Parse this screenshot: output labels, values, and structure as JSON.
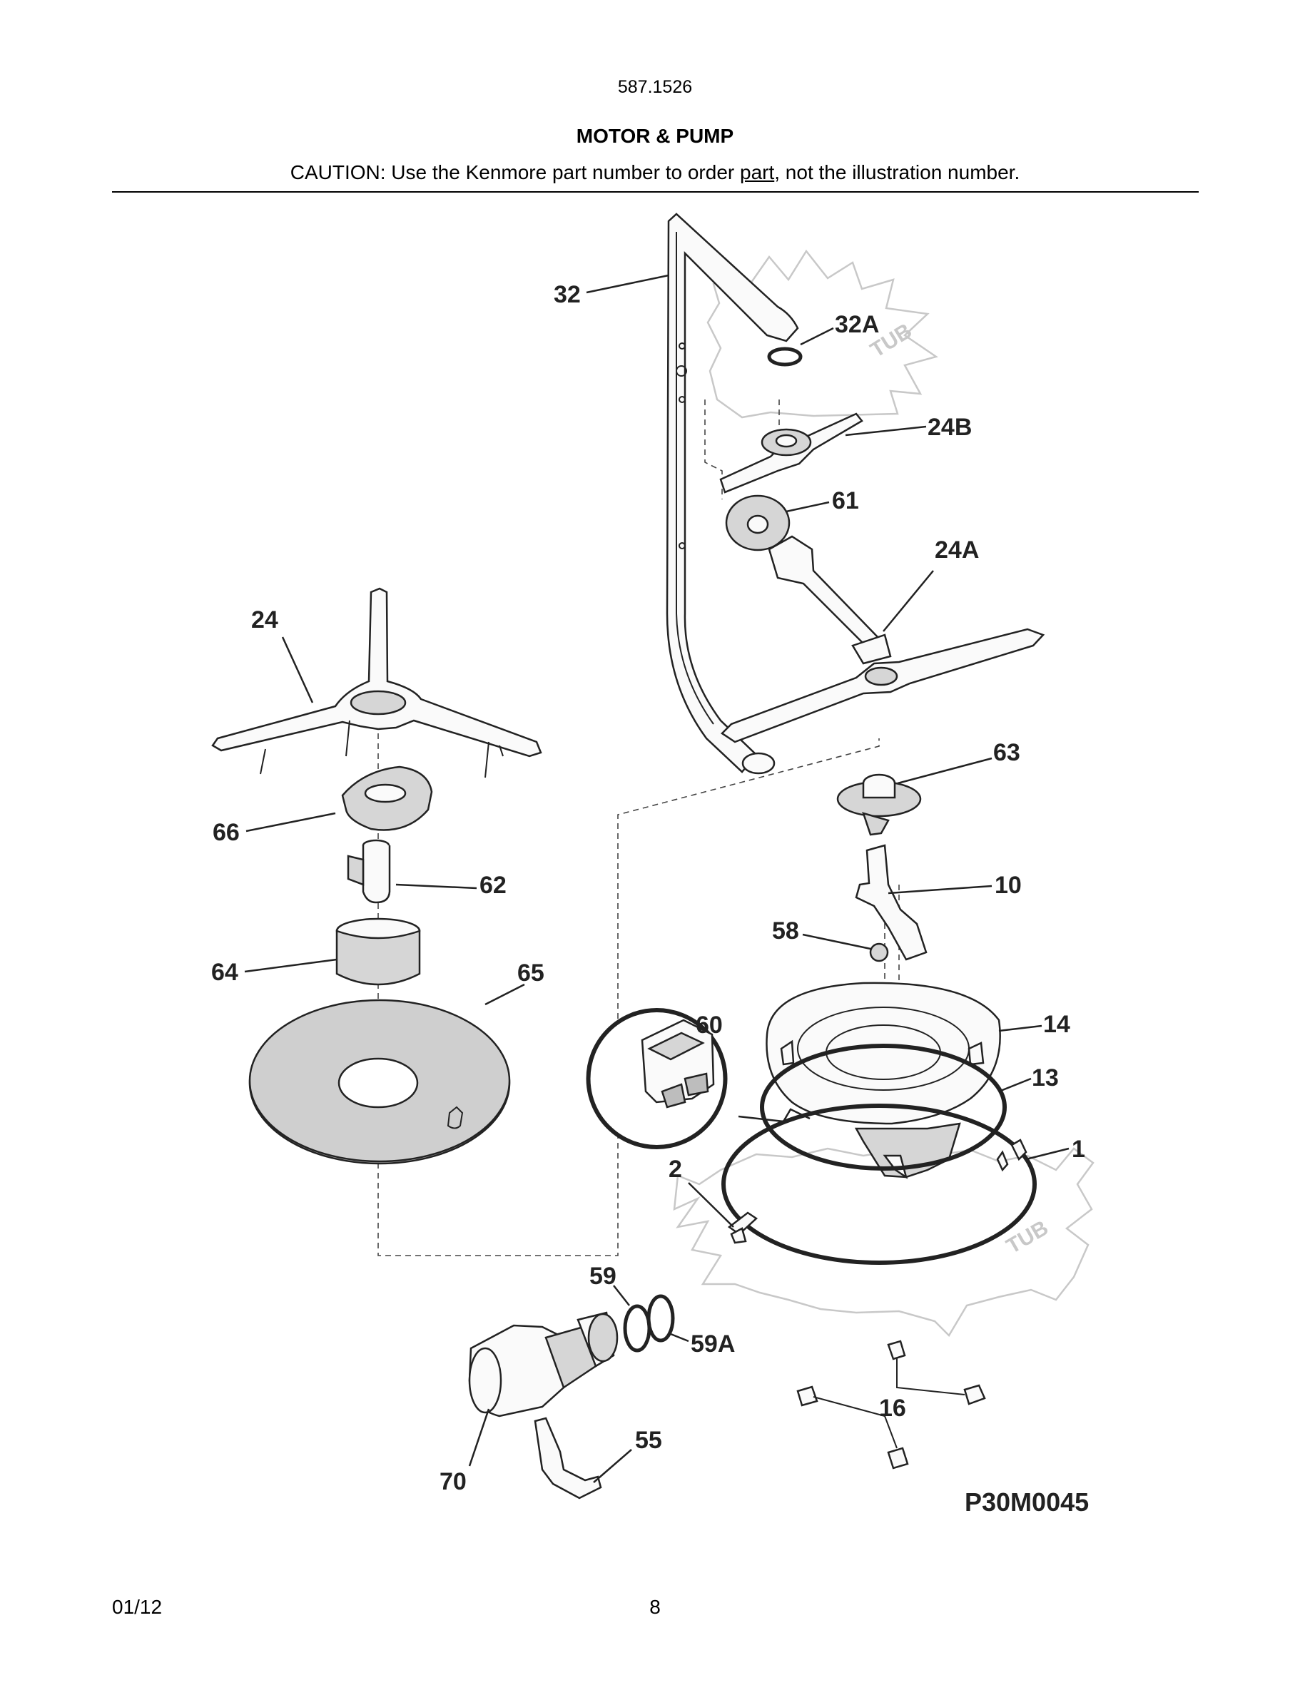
{
  "header": {
    "model": "587.1526",
    "title": "MOTOR & PUMP",
    "caution_before": "CAUTION: Use the Kenmore part number to order ",
    "caution_link": "part",
    "caution_after": ", not the illustration number."
  },
  "tub_labels": {
    "upper": "TUB",
    "lower": "TUB"
  },
  "callouts": {
    "c32": "32",
    "c32a": "32A",
    "c24b": "24B",
    "c61": "61",
    "c24a": "24A",
    "c24": "24",
    "c63": "63",
    "c66": "66",
    "c62": "62",
    "c10": "10",
    "c58": "58",
    "c64": "64",
    "c65": "65",
    "c60": "60",
    "c14": "14",
    "c13": "13",
    "c1": "1",
    "c2": "2",
    "c59": "59",
    "c59a": "59A",
    "c16": "16",
    "c55": "55",
    "c70": "70"
  },
  "figure_code": "P30M0045",
  "footer": {
    "date": "01/12",
    "page": "8"
  }
}
